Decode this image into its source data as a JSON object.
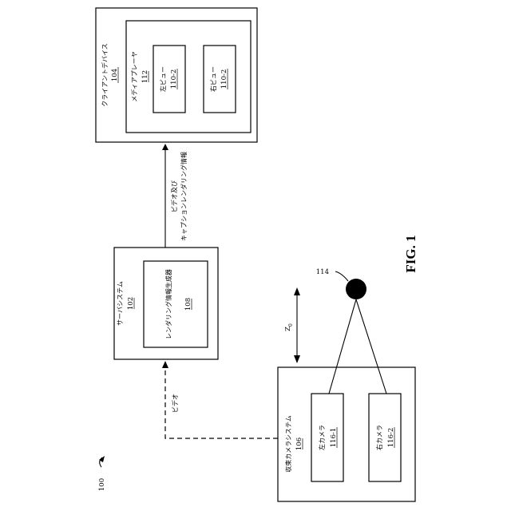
{
  "diagram": {
    "figure_number": "100",
    "figure_label": "FIG. 1",
    "client_device": {
      "title": "クライアントデバイス",
      "ref": "104"
    },
    "media_player": {
      "title": "メディアプレーヤ",
      "ref": "112"
    },
    "left_view": {
      "title": "左ビュー",
      "ref": "110-2"
    },
    "right_view": {
      "title": "右ビュー",
      "ref": "110-2"
    },
    "server_system": {
      "title": "サーバシステム",
      "ref": "102"
    },
    "rendering_generator": {
      "title": "レンダリング情報生成器",
      "ref": "108"
    },
    "camera_system": {
      "title": "収束カメラシステム",
      "ref": "106"
    },
    "left_camera": {
      "title": "左カメラ",
      "ref": "116-1"
    },
    "right_camera": {
      "title": "右カメラ",
      "ref": "116-2"
    },
    "arrow_client_line1": "ビデオ及び",
    "arrow_client_line2": "キャプションレンダリング情報",
    "arrow_server": "ビデオ",
    "distance_label": "Z",
    "distance_subscript": "0",
    "object_ref": "114"
  }
}
